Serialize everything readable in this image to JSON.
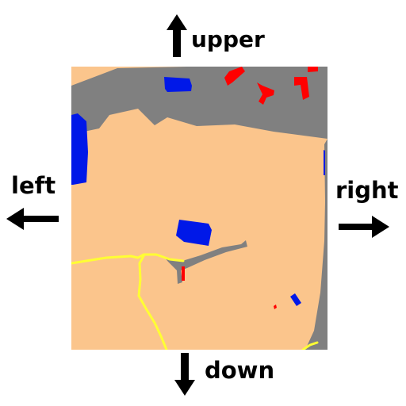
{
  "directions": {
    "upper": "upper",
    "left": "left",
    "right": "right",
    "down": "down"
  },
  "icons": {
    "upper": "arrow-up-icon",
    "left": "arrow-left-icon",
    "right": "arrow-right-icon",
    "down": "arrow-down-icon"
  },
  "colors": {
    "land": "#fbc58c",
    "road": "#808080",
    "water": "#0018e8",
    "building": "#ff0000",
    "path": "#ffff33",
    "arrow": "#000000",
    "background": "#ffffff"
  }
}
